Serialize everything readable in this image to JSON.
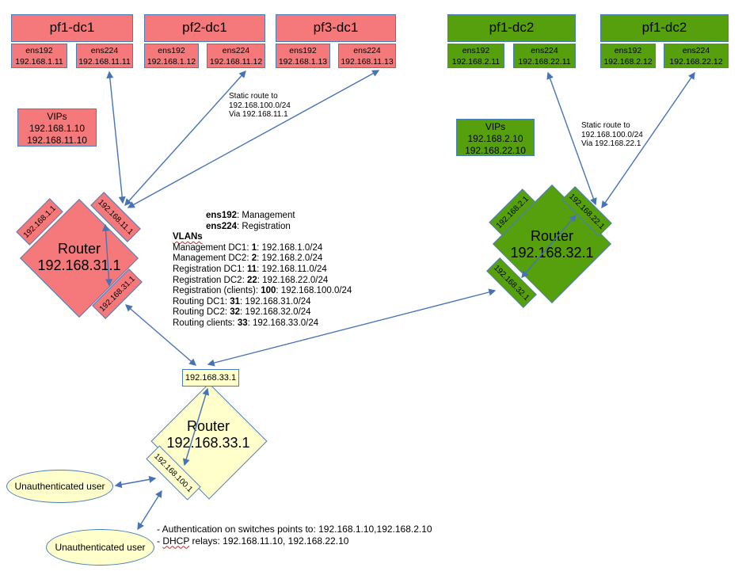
{
  "colors": {
    "dc1_fill": "#f5797b",
    "dc2_fill": "#55a00c",
    "clients_fill": "#ffffcc",
    "line_blue": "#4673b5",
    "border_blue": "#4a7ebb"
  },
  "servers": [
    {
      "name": "pf1-dc1",
      "nics": [
        {
          "label": "ens192",
          "ip": "192.168.1.11"
        },
        {
          "label": "ens224",
          "ip": "192.168.11.11"
        }
      ]
    },
    {
      "name": "pf2-dc1",
      "nics": [
        {
          "label": "ens192",
          "ip": "192.168.1.12"
        },
        {
          "label": "ens224",
          "ip": "192.168.11.12"
        }
      ]
    },
    {
      "name": "pf3-dc1",
      "nics": [
        {
          "label": "ens192",
          "ip": "192.168.1.13"
        },
        {
          "label": "ens224",
          "ip": "192.168.11.13"
        }
      ]
    },
    {
      "name": "pf1-dc2",
      "nics": [
        {
          "label": "ens192",
          "ip": "192.168.2.11"
        },
        {
          "label": "ens224",
          "ip": "192.168.22.11"
        }
      ]
    },
    {
      "name": "pf1-dc2",
      "nics": [
        {
          "label": "ens192",
          "ip": "192.168.2.12"
        },
        {
          "label": "ens224",
          "ip": "192.168.22.12"
        }
      ]
    }
  ],
  "vips": [
    {
      "title": "VIPs",
      "ip1": "192.168.1.10",
      "ip2": "192.168.11.10"
    },
    {
      "title": "VIPs",
      "ip1": "192.168.2.10",
      "ip2": "192.168.22.10"
    }
  ],
  "static_routes": [
    {
      "line1": "Static route to",
      "line2": "192.168.100.0/24",
      "line3": "Via 192.168.11.1"
    },
    {
      "line1": "Static route to",
      "line2": "192.168.100.0/24",
      "line3": "Via 192.168.22.1"
    }
  ],
  "routers": [
    {
      "name": "Router",
      "ip": "192.168.31.1",
      "if_mgmt": "192.168.1.1",
      "if_reg": "192.168.11.1",
      "if_routing": "192.168.31.1"
    },
    {
      "name": "Router",
      "ip": "192.168.32.1",
      "if_mgmt": "192.168.2.1",
      "if_reg": "192.168.22.1",
      "if_routing": "192.168.32.1"
    },
    {
      "name": "Router",
      "ip": "192.168.33.1",
      "if_top": "192.168.33.1",
      "if_clients": "192.168.100.1"
    }
  ],
  "legend": {
    "nic1_name": "ens192",
    "nic1_role": ": Management",
    "nic2_name": "ens224",
    "nic2_role": ": Registration",
    "vlans_title": "VLANs",
    "vlans": [
      {
        "label": "Management DC1: ",
        "id": "1",
        "net": ": 192.168.1.0/24"
      },
      {
        "label": "Management DC2: ",
        "id": "2",
        "net": ": 192.168.2.0/24"
      },
      {
        "label": "Registration DC1: ",
        "id": "11",
        "net": ": 192.168.11.0/24"
      },
      {
        "label": "Registration DC2: ",
        "id": "22",
        "net": ": 192.168.22.0/24"
      },
      {
        "label": "Registration (clients): ",
        "id": "100",
        "net": ": 192.168.100.0/24"
      },
      {
        "label": "Routing DC1: ",
        "id": "31",
        "net": ": 192.168.31.0/24"
      },
      {
        "label": "Routing DC2: ",
        "id": "32",
        "net": ": 192.168.32.0/24"
      },
      {
        "label": "Routing clients: ",
        "id": "33",
        "net": ": 192.168.33.0/24"
      }
    ]
  },
  "users": [
    {
      "label": "Unauthenticated user"
    },
    {
      "label": "Unauthenticated user"
    }
  ],
  "notes": {
    "line1": "- Authentication on switches points to: 192.168.1.10,192.168.2.10",
    "line2_pre": "- ",
    "line2_word": "DHCP",
    "line2_post": " relays: 192.168.11.10, 192.168.22.10"
  }
}
